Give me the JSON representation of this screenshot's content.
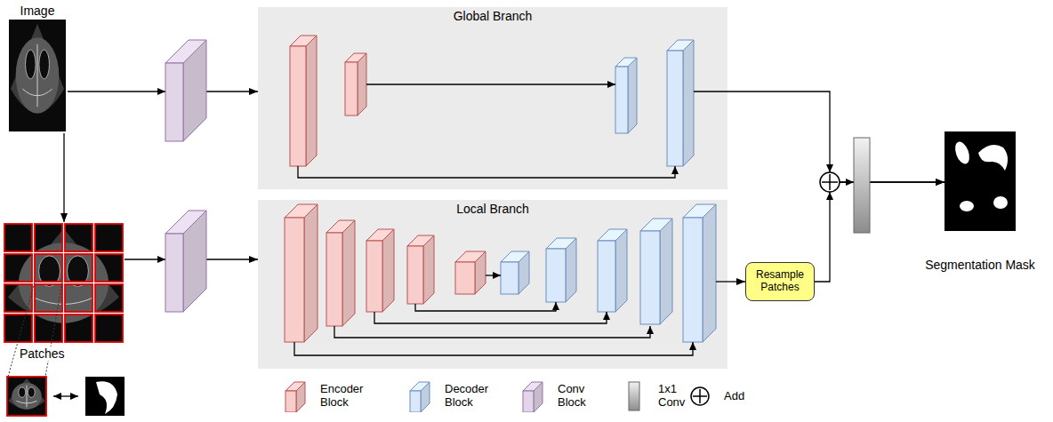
{
  "diagram": {
    "nodes": [
      {
        "text": [
          "Image"
        ]
      },
      {
        "text": [
          "Global Branch"
        ]
      },
      {
        "text": [
          "Local Branch"
        ]
      },
      {
        "text": [
          "Patches"
        ]
      },
      {
        "text": [
          "Resample Patches"
        ]
      },
      {
        "text": [
          "Segmentation Mask"
        ]
      }
    ],
    "edges": [
      {
        "from": 0,
        "to": 1,
        "arrow": "to"
      },
      {
        "from": 0,
        "to": 3,
        "arrow": "to"
      },
      {
        "from": 3,
        "to": 2,
        "arrow": "to"
      },
      {
        "from": 2,
        "to": 4,
        "arrow": "to"
      },
      {
        "from": 1,
        "to": 5,
        "arrow": "to"
      },
      {
        "from": 4,
        "to": 5,
        "arrow": "to"
      }
    ],
    "legend": [
      {
        "text": "Encoder Block",
        "color": "#f8cecc"
      },
      {
        "text": "Decoder Block",
        "color": "#dae8fc"
      },
      {
        "text": "Conv Block",
        "color": "#e1d5e7"
      },
      {
        "text": "1x1 Conv"
      },
      {
        "text": "Add"
      }
    ]
  }
}
